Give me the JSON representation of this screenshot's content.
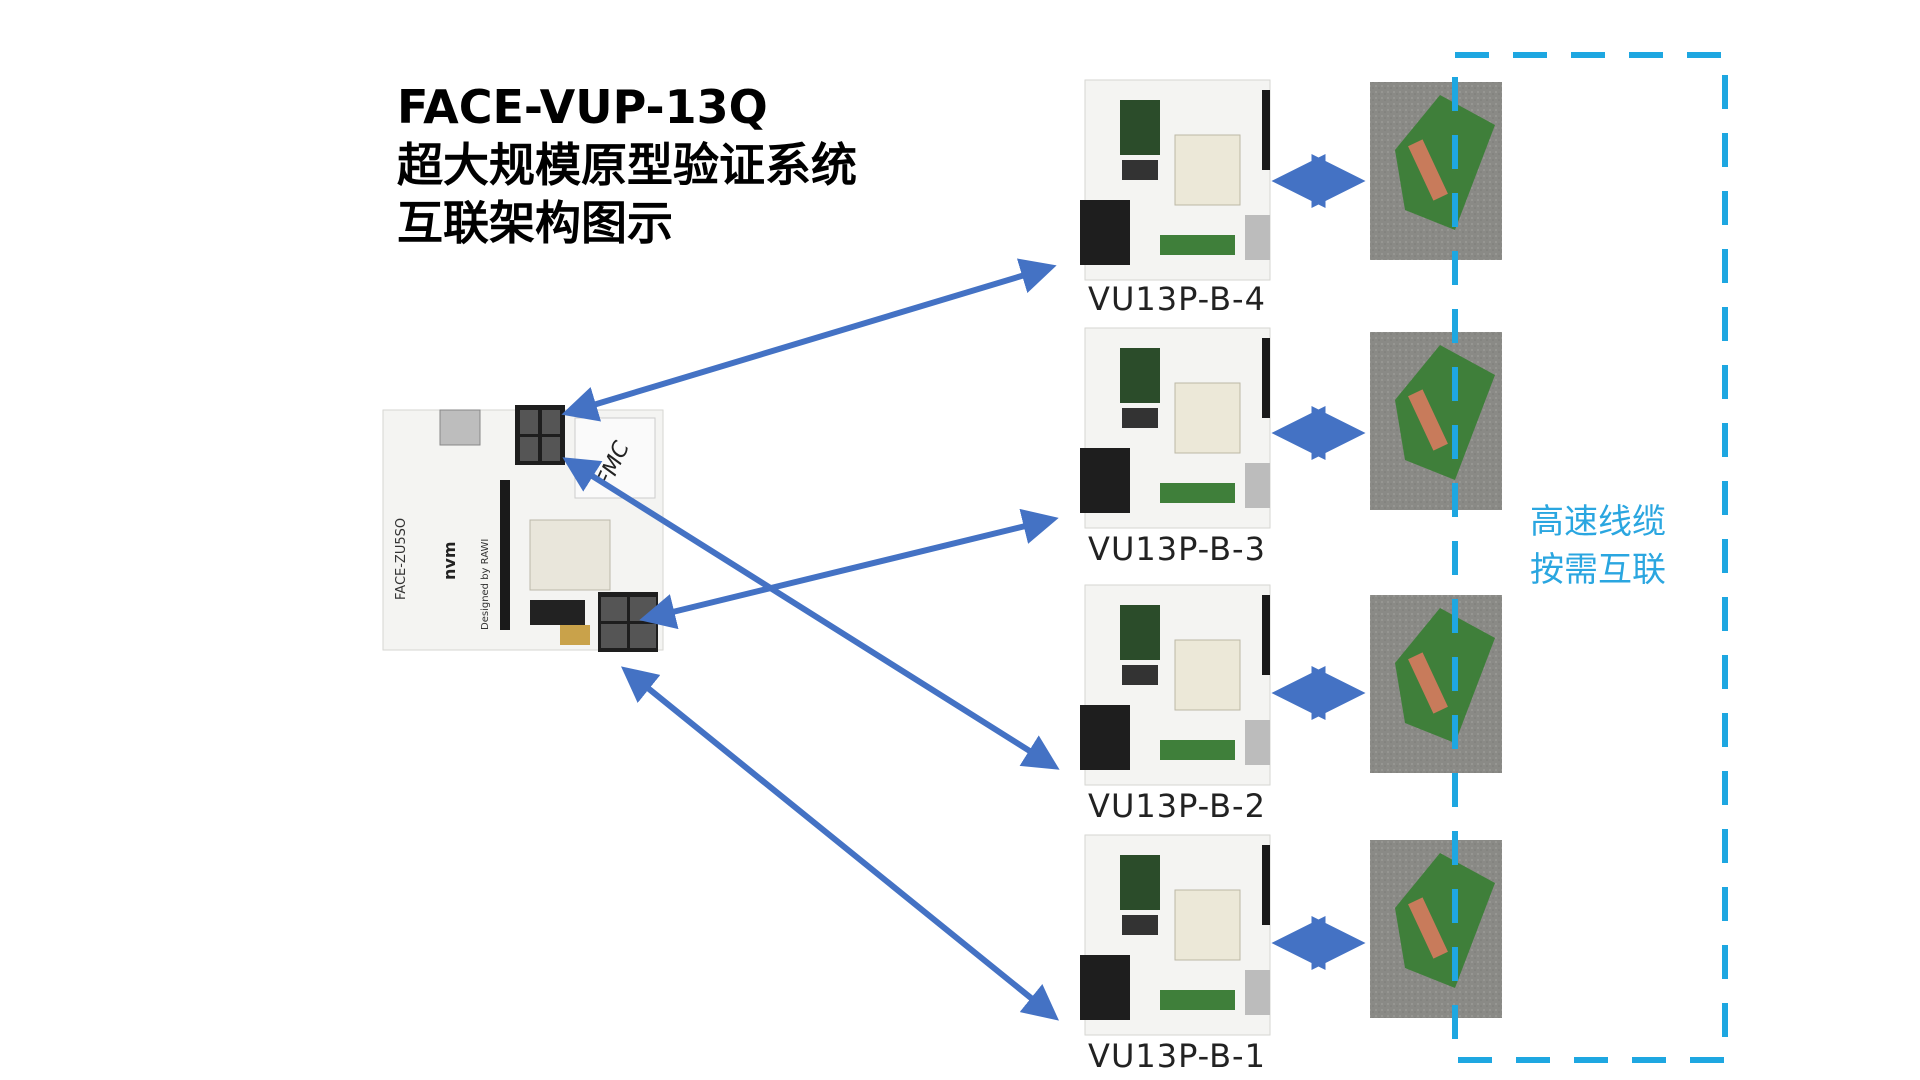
{
  "title": {
    "line1": "FACE-VUP-13Q",
    "line2": "超大规模原型验证系统",
    "line3": "互联架构图示"
  },
  "host_board": {
    "silk_name": "FACE-ZU5SO",
    "silk_logo": "nvm",
    "silk_designed": "Designed by RAWI",
    "fmc_mark": "FMC"
  },
  "boards": [
    {
      "label": "VU13P-B-4"
    },
    {
      "label": "VU13P-B-3"
    },
    {
      "label": "VU13P-B-2"
    },
    {
      "label": "VU13P-B-1"
    }
  ],
  "cable_note": {
    "line1": "高速线缆",
    "line2": "按需互联"
  },
  "colors": {
    "arrow": "#4472c4",
    "dash_box": "#1ea7e1",
    "pcb_white": "#f4f4f2",
    "pcb_green": "#3f7f3a"
  }
}
